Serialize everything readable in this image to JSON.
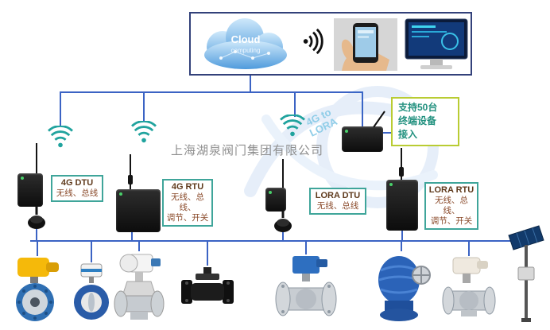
{
  "colors": {
    "line_blue": "#3b63c4",
    "label_border": "#3fa59a",
    "label_text": "#8a4a2a",
    "note_border": "#b9cc33",
    "note_text": "#20907e",
    "bridge_text": "#8fcde8",
    "wifi_teal": "#20a39e"
  },
  "watermark": {
    "company": "上海湖泉阀门集团有限公司"
  },
  "cloud_panel": {
    "cloud_title": "Cloud",
    "cloud_subtitle": "computing"
  },
  "bridge_label": {
    "line1": "4G to",
    "line2": "LORA"
  },
  "support_note": {
    "line1": "支持50台",
    "line2": "终端设备",
    "line3": "接入"
  },
  "device_labels": [
    {
      "title": "4G DTU",
      "desc1": "无线、总线",
      "desc2": ""
    },
    {
      "title": "4G RTU",
      "desc1": "无线、总线、",
      "desc2": "调节、开关"
    },
    {
      "title": "LORA DTU",
      "desc1": "无线、总线",
      "desc2": ""
    },
    {
      "title": "LORA RTU",
      "desc1": "无线、总线、",
      "desc2": "调节、开关"
    }
  ],
  "products": [
    "electric-butterfly-valve",
    "wafer-butterfly-valve",
    "electric-gate-valve",
    "ball-valve-black",
    "flanged-ball-valve-blue-actuator",
    "gear-operated-valve",
    "electric-ball-valve",
    "solar-power-pole"
  ]
}
